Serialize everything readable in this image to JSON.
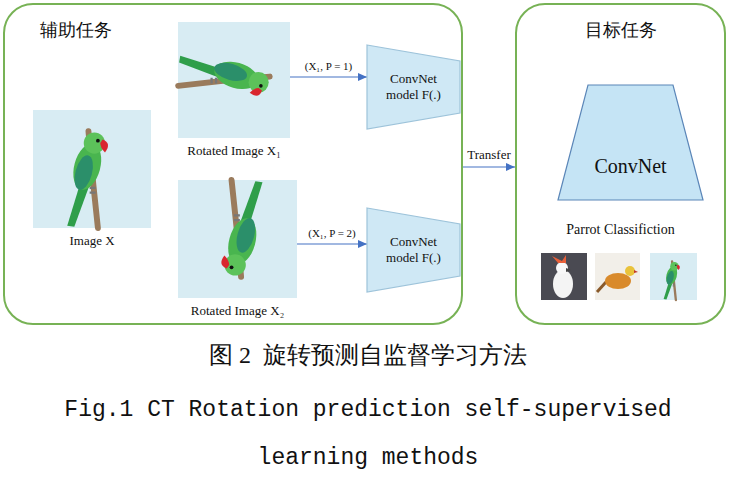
{
  "diagram": {
    "caption": "图 2  旋转预测自监督学习方法",
    "nodes": [
      {
        "text": [
          "辅助任务"
        ]
      },
      {
        "text": [
          "Image X"
        ],
        "in": 0
      },
      {
        "text": [
          "Rotated Image X₁"
        ],
        "in": 0
      },
      {
        "text": [
          "ConvNet model F(.)"
        ],
        "in": 0
      },
      {
        "text": [
          "Rotated Image X₂"
        ],
        "in": 0
      },
      {
        "text": [
          "ConvNet model F(.)"
        ],
        "in": 0
      },
      {
        "text": [
          "目标任务"
        ]
      },
      {
        "text": [
          "ConvNet"
        ],
        "in": 6
      }
    ],
    "edges": [
      {
        "from": 2,
        "to": 3,
        "label": "(X₁, P = 1)",
        "arrow": "to"
      },
      {
        "from": 4,
        "to": 5,
        "label": "(X₁, P = 2)",
        "arrow": "to"
      },
      {
        "from": 0,
        "to": 6,
        "label": "Transfer",
        "arrow": "to"
      }
    ],
    "labels": [
      "Parrot Classifiction",
      "Fig.1 CT Rotation prediction self-supervised learning methods"
    ]
  }
}
